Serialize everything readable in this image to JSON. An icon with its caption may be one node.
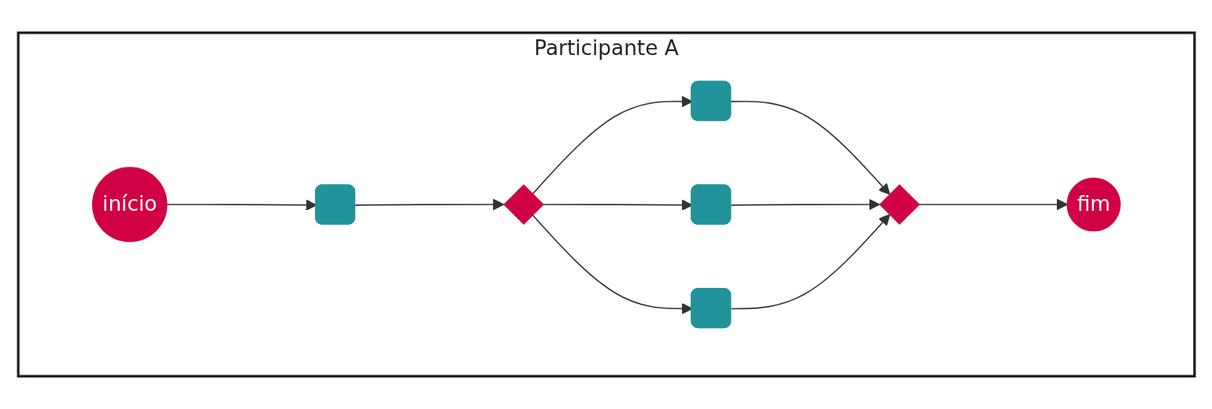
{
  "diagram": {
    "nodes": [
      {
        "text": [
          "Participante A"
        ]
      },
      {
        "text": [
          "início"
        ],
        "in": 0
      },
      {
        "text": [],
        "shape": "box",
        "in": 0
      },
      {
        "text": [],
        "shape": "diamond",
        "in": 0
      },
      {
        "text": [],
        "shape": "box",
        "in": 0
      },
      {
        "text": [],
        "shape": "box",
        "in": 0
      },
      {
        "text": [],
        "shape": "box",
        "in": 0
      },
      {
        "text": [],
        "shape": "diamond",
        "in": 0
      },
      {
        "text": [
          "fim"
        ],
        "in": 0
      }
    ],
    "edges": [
      {
        "from": 1,
        "to": 2,
        "arrow": "to"
      },
      {
        "from": 2,
        "to": 3,
        "arrow": "to"
      },
      {
        "from": 3,
        "to": 4,
        "arrow": "to"
      },
      {
        "from": 3,
        "to": 5,
        "arrow": "to"
      },
      {
        "from": 3,
        "to": 6,
        "arrow": "to"
      },
      {
        "from": 4,
        "to": 7,
        "arrow": "to"
      },
      {
        "from": 5,
        "to": 7,
        "arrow": "to"
      },
      {
        "from": 6,
        "to": 7,
        "arrow": "to"
      },
      {
        "from": 7,
        "to": 8,
        "arrow": "to"
      }
    ]
  }
}
